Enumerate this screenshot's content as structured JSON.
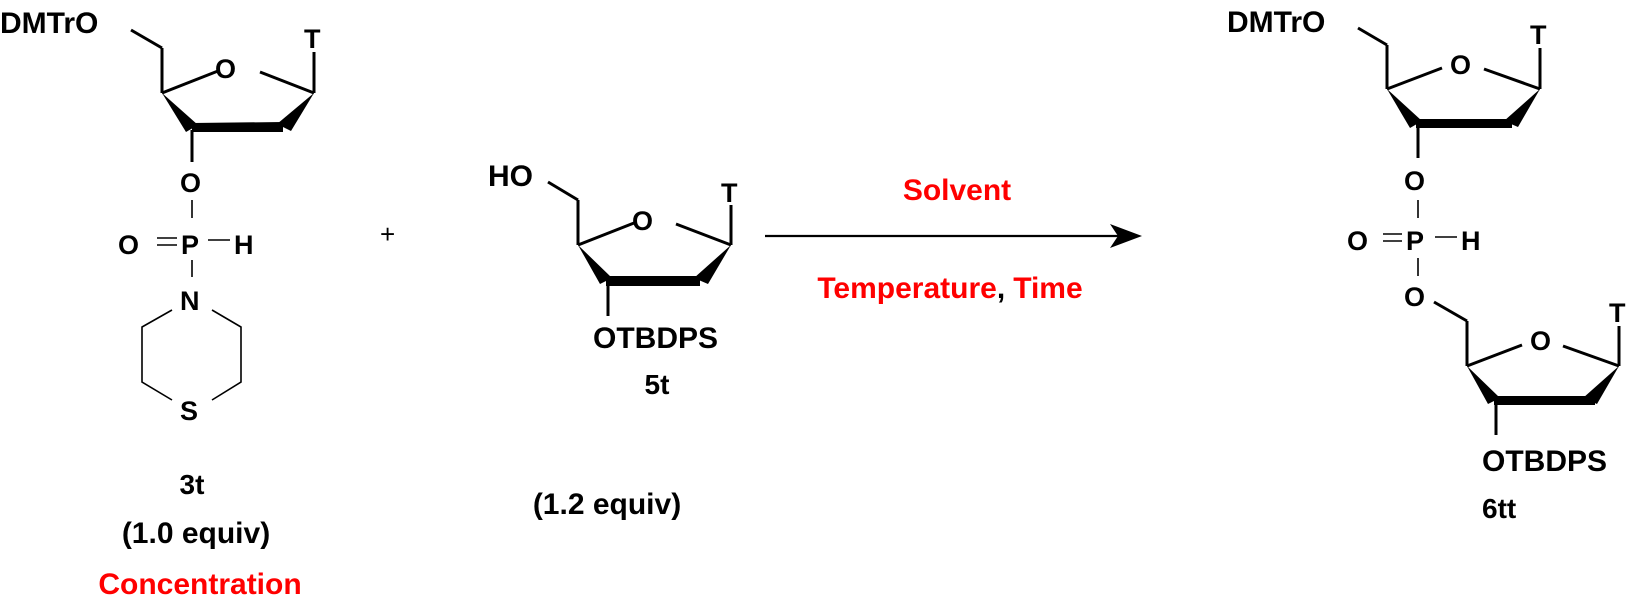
{
  "scheme": {
    "type": "chemical-reaction-scheme",
    "colors": {
      "structure": "#000000",
      "variable": "#ff0000",
      "background": "#ffffff"
    },
    "reactant_1": {
      "id": "3t",
      "protecting_group_5prime": "DMTrO",
      "ring_oxygen": "O",
      "base": "T",
      "linker_oxygen": "O",
      "phosphorus": "P",
      "phosphoryl_oxygen": "O",
      "hydrogen": "H",
      "amine_nitrogen": "N",
      "ring_sulfur": "S",
      "equiv": "(1.0 equiv)",
      "variable_label": "Concentration"
    },
    "plus_sign": "+",
    "reactant_2": {
      "id": "5t",
      "hydroxyl": "HO",
      "ring_oxygen": "O",
      "base": "T",
      "protecting_group_3prime": "OTBDPS",
      "equiv": "(1.2 equiv)"
    },
    "arrow": {
      "above": "Solvent",
      "below_part1": "Temperature",
      "separator": ",",
      "below_part2": "Time"
    },
    "product": {
      "id": "6tt",
      "protecting_group_5prime": "DMTrO",
      "ring_oxygen_top": "O",
      "base_top": "T",
      "linker_oxygen_top": "O",
      "phosphorus": "P",
      "phosphoryl_oxygen": "O",
      "hydrogen": "H",
      "linker_oxygen_bottom": "O",
      "ring_oxygen_bottom": "O",
      "base_bottom": "T",
      "protecting_group_3prime": "OTBDPS"
    }
  }
}
